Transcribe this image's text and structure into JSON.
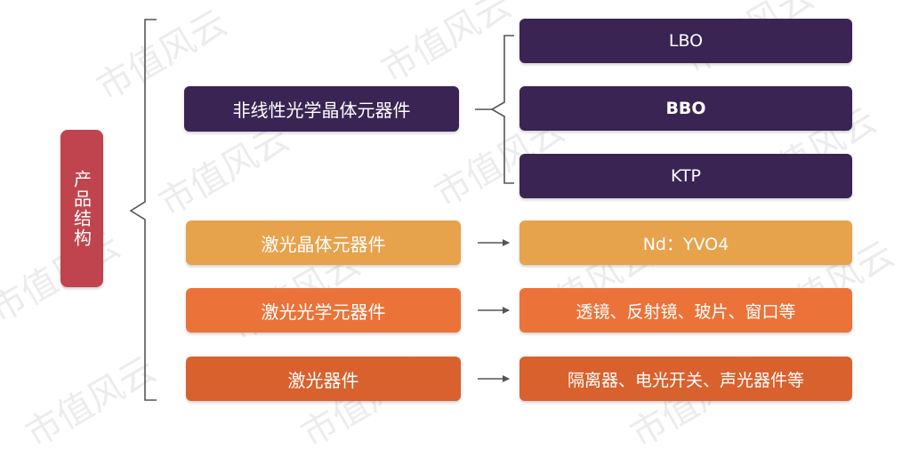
{
  "colors": {
    "root": "#c0444d",
    "nonlinear": "#3a2453",
    "crystal": "#e7a24c",
    "optical": "#eb7339",
    "device": "#d9612d",
    "connector": "#555555"
  },
  "root": {
    "label": "产品结构"
  },
  "categories": [
    {
      "label": "非线性光学晶体元器件"
    },
    {
      "label": "激光晶体元器件"
    },
    {
      "label": "激光光学元器件"
    },
    {
      "label": "激光器件"
    }
  ],
  "leaves": [
    {
      "label": "LBO"
    },
    {
      "label": "BBO"
    },
    {
      "label": "KTP"
    },
    {
      "label": "Nd：YVO4"
    },
    {
      "label": "透镜、反射镜、玻片、窗口等"
    },
    {
      "label": "隔离器、电光开关、声光器件等"
    }
  ],
  "watermark": "市值风云"
}
